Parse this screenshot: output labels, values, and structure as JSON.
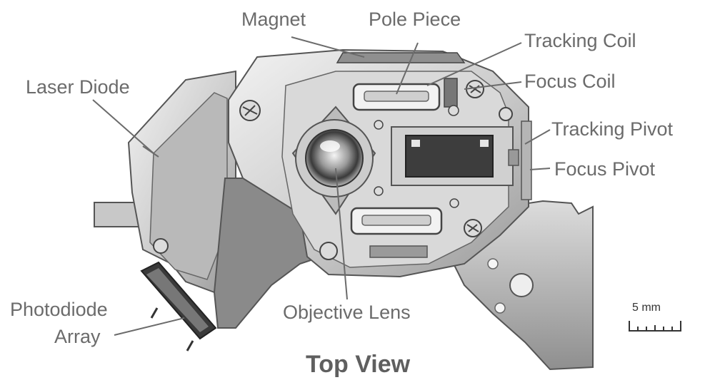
{
  "labels": {
    "magnet": "Magnet",
    "pole_piece": "Pole Piece",
    "tracking_coil": "Tracking Coil",
    "focus_coil": "Focus Coil",
    "laser_diode": "Laser Diode",
    "tracking_pivot": "Tracking Pivot",
    "focus_pivot": "Focus Pivot",
    "photodiode_line1": "Photodiode",
    "photodiode_line2": "Array",
    "objective_lens": "Objective Lens"
  },
  "scale_bar": {
    "label": "5 mm"
  },
  "title": "Top View"
}
